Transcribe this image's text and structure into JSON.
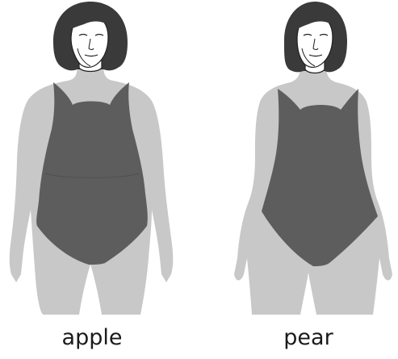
{
  "colors": {
    "skin": "#c8c8c8",
    "suit": "#5d5d5e",
    "hair": "#3a3a3b",
    "face": "#ffffff",
    "line": "#1f1f1f",
    "caption": "#1a1a1a"
  },
  "figures": [
    {
      "id": "apple",
      "label": "apple"
    },
    {
      "id": "pear",
      "label": "pear"
    }
  ]
}
